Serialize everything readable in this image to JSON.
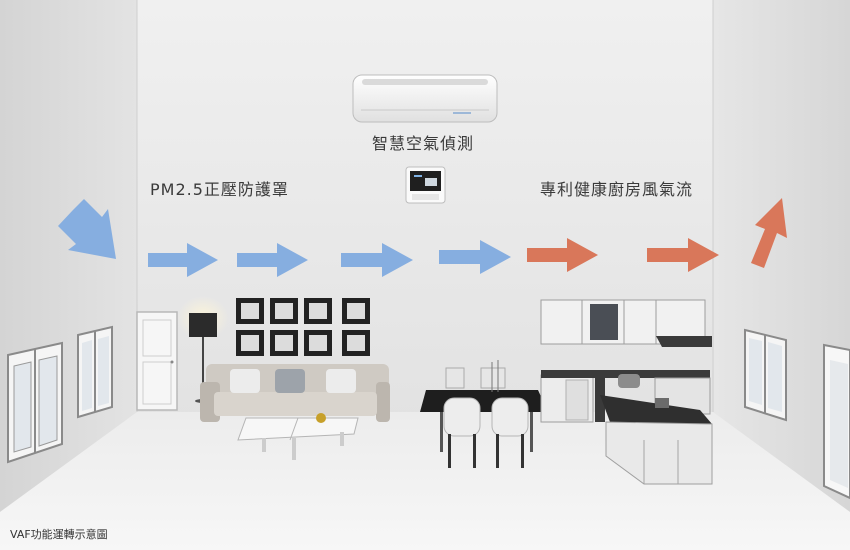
{
  "labels": {
    "smart_air_detection": "智慧空氣偵測",
    "pm25_shield": "PM2.5正壓防護罩",
    "kitchen_airflow": "專利健康廚房風氣流"
  },
  "caption": "VAF功能運轉示意圖",
  "colors": {
    "intake_arrow": "#86aee0",
    "exhaust_arrow": "#d9775a",
    "wall": "#e9e9e9",
    "floor": "#f2f2f2"
  }
}
